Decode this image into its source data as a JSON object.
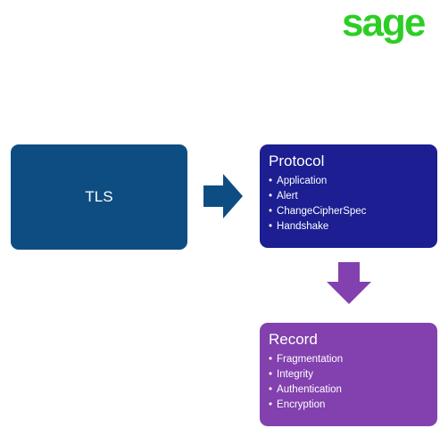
{
  "logo": {
    "text": "sage",
    "color": "#2cce24"
  },
  "colors": {
    "tls": "#0e4d82",
    "protocol": "#1c1e92",
    "record": "#8241ae",
    "arrow_right": "#0e4d82",
    "arrow_down": "#8241ae"
  },
  "tls": {
    "label": "TLS"
  },
  "protocol": {
    "title": "Protocol",
    "items": [
      "Application",
      "Alert",
      "ChangeCipherSpec",
      "Handshake"
    ]
  },
  "record": {
    "title": "Record",
    "items": [
      "Fragmentation",
      "Integrity",
      "Authentication",
      "Encryption"
    ]
  }
}
